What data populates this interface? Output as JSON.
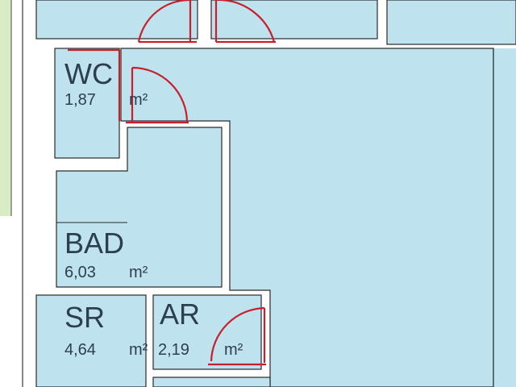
{
  "colors": {
    "room": "#bfe3ee",
    "wall": "#ffffff",
    "outline": "#2a2a2a",
    "door": "#c8202a",
    "land": "#d9ecc6",
    "text": "#2c3e50"
  },
  "rooms": {
    "wc": {
      "name": "WC",
      "area": "1,87",
      "unit": "m²"
    },
    "bad": {
      "name": "BAD",
      "area": "6,03",
      "unit": "m²"
    },
    "sr": {
      "name": "SR",
      "area": "4,64",
      "unit": "m²"
    },
    "ar": {
      "name": "AR",
      "area": "2,19",
      "unit": "m²"
    }
  }
}
